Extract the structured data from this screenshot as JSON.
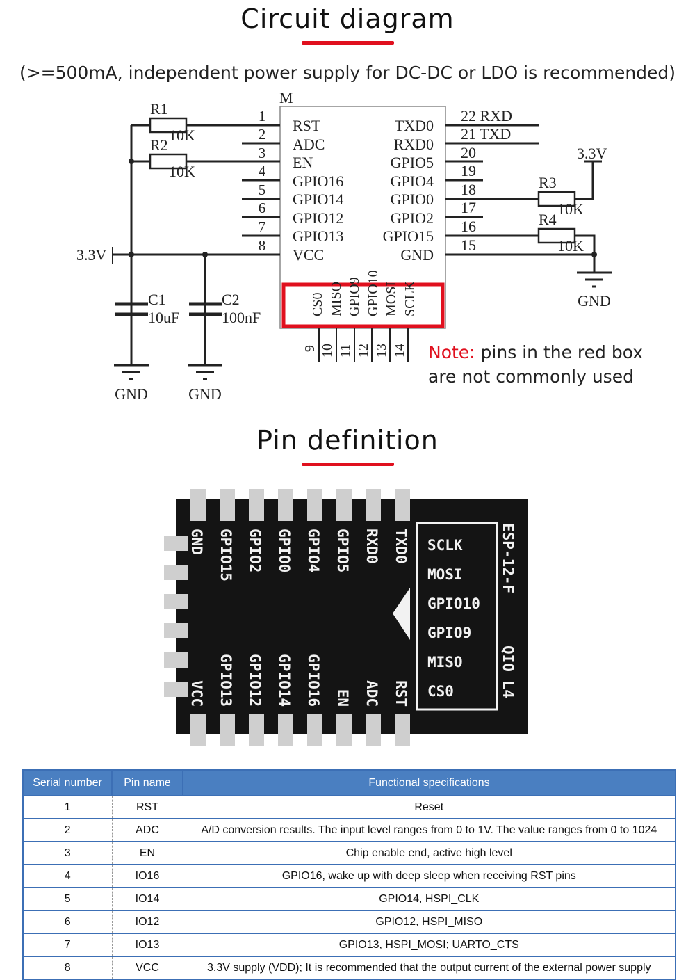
{
  "circuit": {
    "title": "Circuit diagram",
    "subtitle": "(>=500mA, independent power supply for DC-DC or LDO is recommended)",
    "module_label": "M",
    "left_pins": [
      {
        "num": "1",
        "name": "RST"
      },
      {
        "num": "2",
        "name": "ADC"
      },
      {
        "num": "3",
        "name": "EN"
      },
      {
        "num": "4",
        "name": "GPIO16"
      },
      {
        "num": "5",
        "name": "GPIO14"
      },
      {
        "num": "6",
        "name": "GPIO12"
      },
      {
        "num": "7",
        "name": "GPIO13"
      },
      {
        "num": "8",
        "name": "VCC"
      }
    ],
    "right_pins": [
      {
        "num": "22 RXD",
        "name": "TXD0"
      },
      {
        "num": "21 TXD",
        "name": "RXD0"
      },
      {
        "num": "20",
        "name": "GPIO5"
      },
      {
        "num": "19",
        "name": "GPIO4"
      },
      {
        "num": "18",
        "name": "GPIO0"
      },
      {
        "num": "17",
        "name": "GPIO2"
      },
      {
        "num": "16",
        "name": "GPIO15"
      },
      {
        "num": "15",
        "name": "GND"
      }
    ],
    "bottom_pins": [
      {
        "num": "9",
        "name": "CS0"
      },
      {
        "num": "10",
        "name": "MISO"
      },
      {
        "num": "11",
        "name": "GPIO9"
      },
      {
        "num": "12",
        "name": "GPIO10"
      },
      {
        "num": "13",
        "name": "MOSI"
      },
      {
        "num": "14",
        "name": "SCLK"
      }
    ],
    "components": {
      "r1": "R1",
      "r1_val": "10K",
      "r2": "R2",
      "r2_val": "10K",
      "r3": "R3",
      "r3_val": "10K",
      "r4": "R4",
      "r4_val": "10K",
      "c1": "C1",
      "c1_val": "10uF",
      "c2": "C2",
      "c2_val": "100nF",
      "vcc_left": "3.3V",
      "vcc_right": "3.3V",
      "gnd": "GND"
    },
    "highlight_color": "#e0101e",
    "note_label": "Note:",
    "note_text1": " pins in the red box",
    "note_text2": "are not commonly used"
  },
  "pin_definition": {
    "title": "Pin definition",
    "top_labels": [
      "GND",
      "GPIO15",
      "GPIO2",
      "GPIO0",
      "GPIO4",
      "GPIO5",
      "RXD0",
      "TXD0"
    ],
    "bottom_labels": [
      "VCC",
      "GPIO13",
      "GPIO12",
      "GPIO14",
      "GPIO16",
      "EN",
      "ADC",
      "RST"
    ],
    "box_labels": [
      "SCLK",
      "MOSI",
      "GPIO10",
      "GPIO9",
      "MISO",
      "CS0"
    ],
    "model": "ESP-12-F",
    "variant": "QIO L4"
  },
  "table": {
    "headers": [
      "Serial number",
      "Pin name",
      "Functional specifications"
    ],
    "header_color": "#4a7fc1",
    "rows": [
      [
        "1",
        "RST",
        "Reset"
      ],
      [
        "2",
        "ADC",
        "A/D conversion results. The input level ranges from 0 to 1V. The value ranges from 0 to 1024"
      ],
      [
        "3",
        "EN",
        "Chip enable end, active high level"
      ],
      [
        "4",
        "IO16",
        "GPIO16, wake up with deep sleep when receiving RST pins"
      ],
      [
        "5",
        "IO14",
        "GPIO14, HSPI_CLK"
      ],
      [
        "6",
        "IO12",
        "GPIO12, HSPI_MISO"
      ],
      [
        "7",
        "IO13",
        "GPIO13, HSPI_MOSI; UARTO_CTS"
      ],
      [
        "8",
        "VCC",
        "3.3V supply (VDD); It is recommended that the output current of the external power supply"
      ]
    ]
  }
}
